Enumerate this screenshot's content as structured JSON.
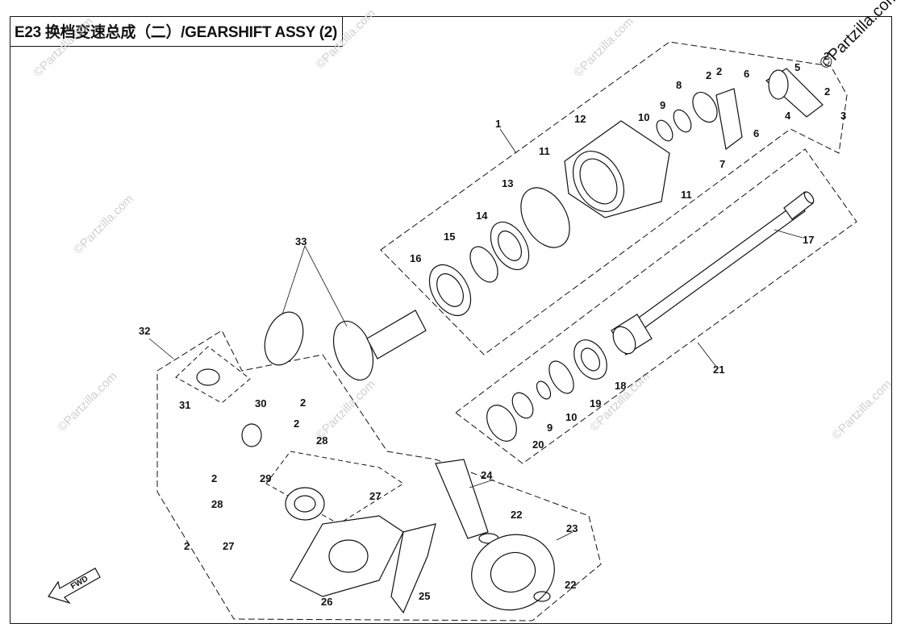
{
  "title": "E23 换档变速总成（二）/GEARSHIFT ASSY (2)",
  "watermark": "©Partzilla.com",
  "corner_mark": "©Partzilla.com",
  "fwd_label": "FWD",
  "part_labels": {
    "p1": "1",
    "p2a": "2",
    "p2b": "2",
    "p2c": "2",
    "p2d": "2",
    "p2e": "2",
    "p2f": "2",
    "p2g": "2",
    "p2h": "2",
    "p3": "3",
    "p4": "4",
    "p5": "5",
    "p6a": "6",
    "p6b": "6",
    "p7": "7",
    "p8": "8",
    "p9a": "9",
    "p9b": "9",
    "p10a": "10",
    "p10b": "10",
    "p11a": "11",
    "p11b": "11",
    "p12": "12",
    "p13": "13",
    "p14": "14",
    "p15": "15",
    "p16": "16",
    "p17": "17",
    "p18": "18",
    "p19": "19",
    "p20": "20",
    "p21": "21",
    "p22a": "22",
    "p22b": "22",
    "p23": "23",
    "p24": "24",
    "p25": "25",
    "p26": "26",
    "p27a": "27",
    "p27b": "27",
    "p28a": "28",
    "p28b": "28",
    "p29": "29",
    "p30": "30",
    "p31": "31",
    "p32": "32",
    "p33": "33"
  }
}
